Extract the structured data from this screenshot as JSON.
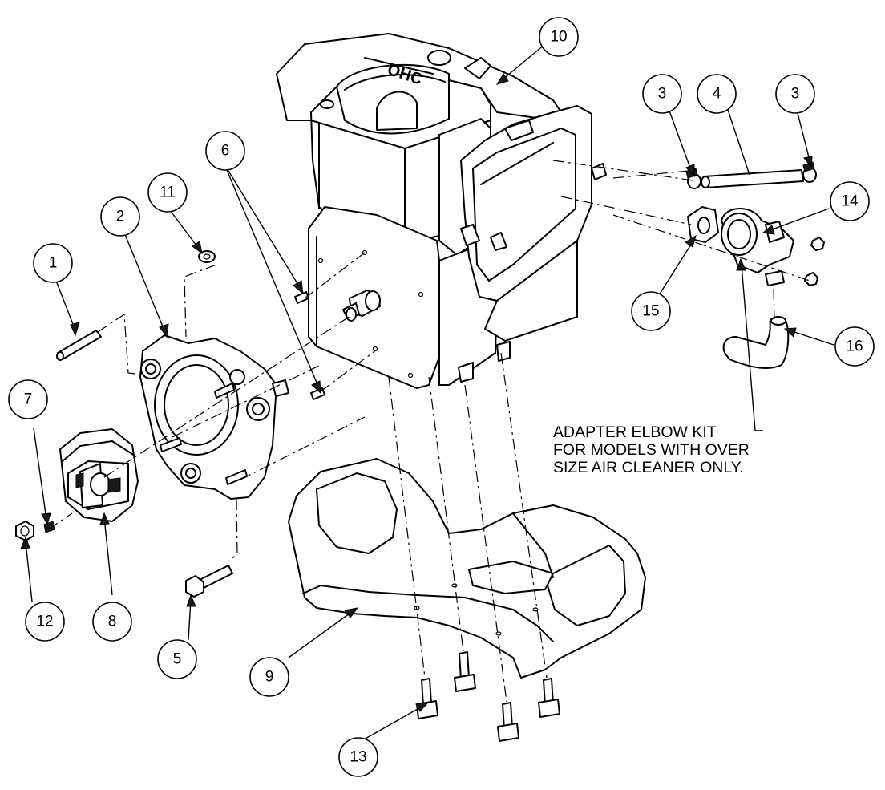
{
  "callouts": [
    {
      "id": "c1",
      "label": "1"
    },
    {
      "id": "c2",
      "label": "2"
    },
    {
      "id": "c3a",
      "label": "3"
    },
    {
      "id": "c3b",
      "label": "3"
    },
    {
      "id": "c4",
      "label": "4"
    },
    {
      "id": "c5",
      "label": "5"
    },
    {
      "id": "c6",
      "label": "6"
    },
    {
      "id": "c7",
      "label": "7"
    },
    {
      "id": "c8",
      "label": "8"
    },
    {
      "id": "c9",
      "label": "9"
    },
    {
      "id": "c10",
      "label": "10"
    },
    {
      "id": "c11",
      "label": "11"
    },
    {
      "id": "c12",
      "label": "12"
    },
    {
      "id": "c13",
      "label": "13"
    },
    {
      "id": "c14",
      "label": "14"
    },
    {
      "id": "c15",
      "label": "15"
    },
    {
      "id": "c16",
      "label": "16"
    }
  ],
  "engine_label": "OHC",
  "note_lines": [
    "ADAPTER ELBOW KIT",
    "FOR MODELS WITH OVER",
    "SIZE AIR CLEANER ONLY."
  ]
}
